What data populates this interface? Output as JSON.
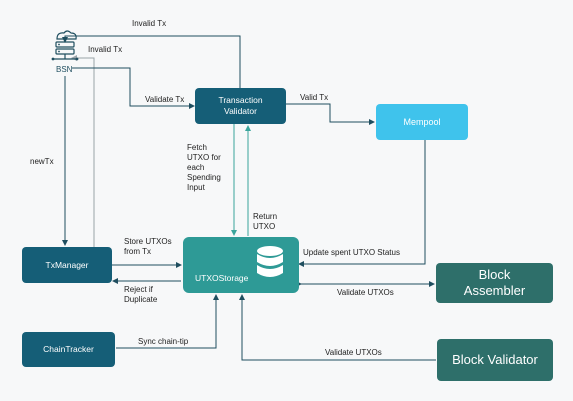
{
  "nodes": {
    "bsn": "BSN",
    "transaction_validator": "Transaction\nValidator",
    "mempool": "Mempool",
    "txmanager": "TxManager",
    "utxostorage": "UTXOStorage",
    "chaintracker": "ChainTracker",
    "block_assembler": "Block\nAssembler",
    "block_validator": "Block Validator"
  },
  "edges": {
    "invalid_tx_top": "Invalid Tx",
    "invalid_tx_second": "Invalid Tx",
    "validate_tx": "Validate Tx",
    "valid_tx": "Valid Tx",
    "newtx": "newTx",
    "fetch_utxo": "Fetch\nUTXO for\neach\nSpending\nInput",
    "return_utxo": "Return\nUTXO",
    "store_utxos": "Store UTXOs\nfrom Tx",
    "reject_duplicate": "Reject if\nDuplicate",
    "update_spent": "Update spent UTXO Status",
    "validate_utxos_assembler": "Validate UTXOs",
    "sync_chain_tip": "Sync chain-tip",
    "validate_utxos_validator": "Validate UTXOs"
  },
  "colors": {
    "dark_box": "#155e77",
    "mempool": "#3fc3ec",
    "storage": "#2e9a96",
    "block_box": "#2e6f6a",
    "arrow_dark": "#1f4e5f",
    "arrow_teal": "#3aa59c",
    "arrow_gray": "#9aa3a8"
  },
  "icons": {
    "bsn": "server-cloud-icon",
    "storage": "database-icon"
  }
}
